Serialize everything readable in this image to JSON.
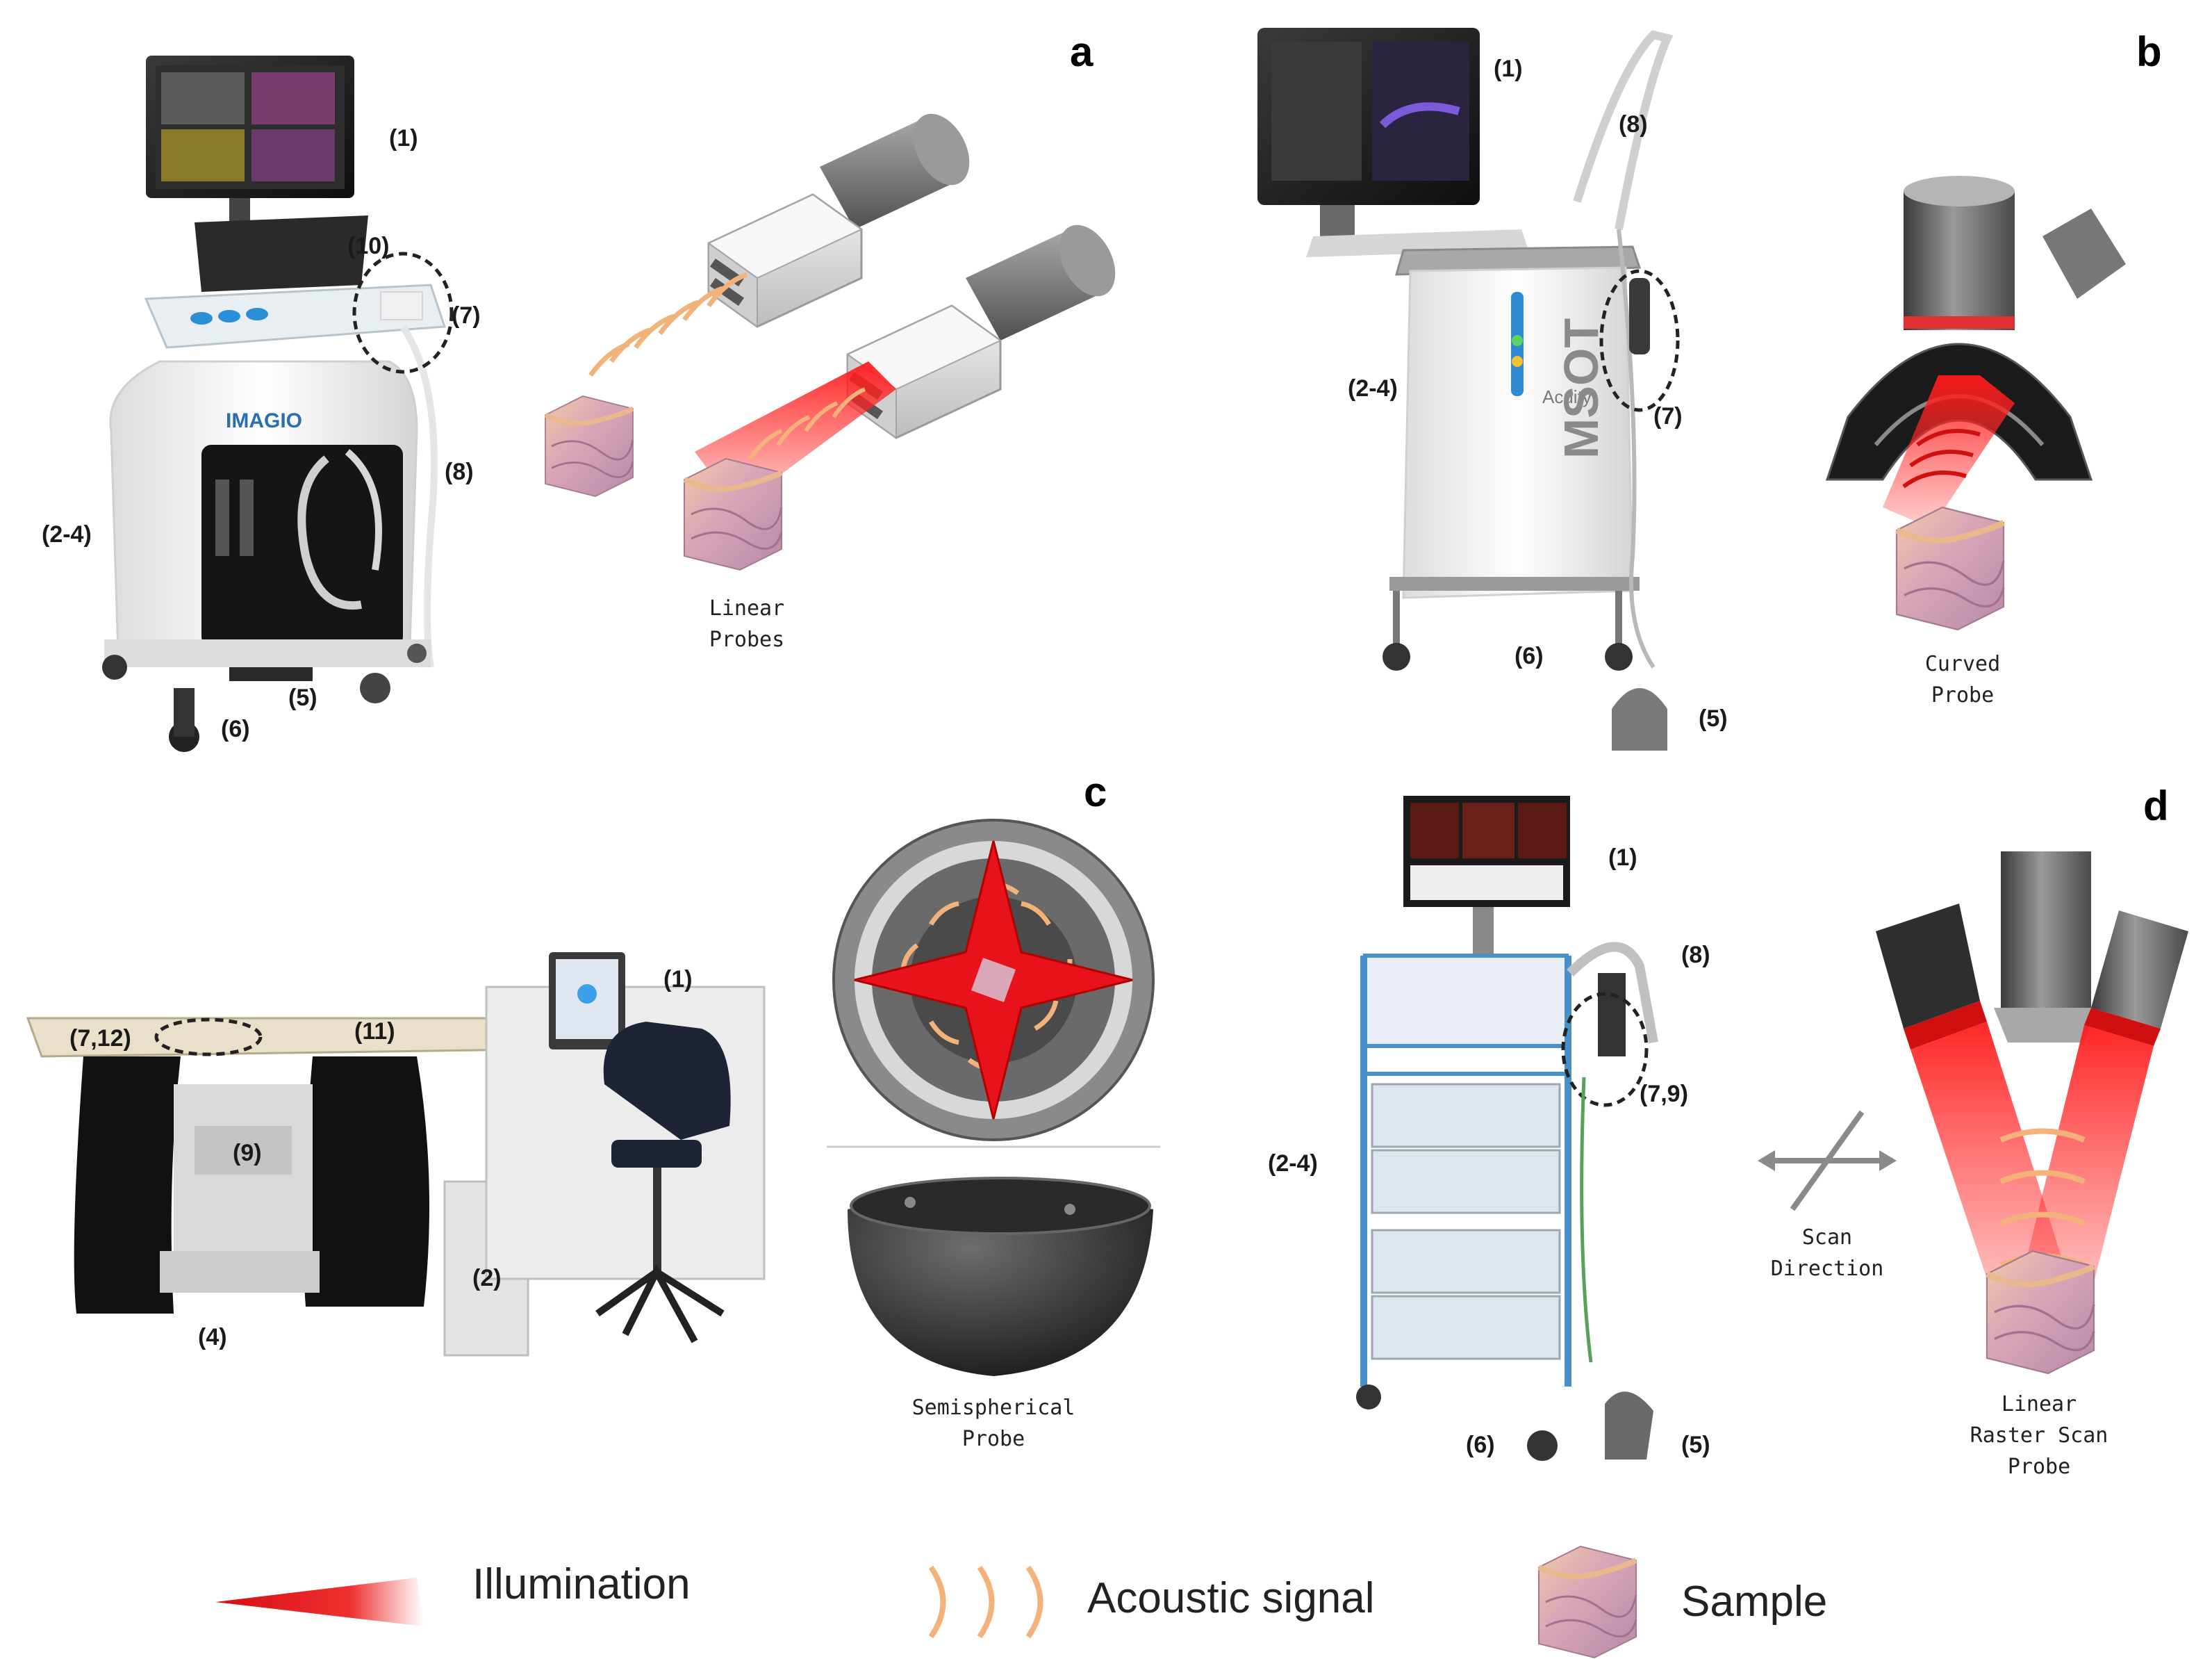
{
  "panels": {
    "a": {
      "letter": "a",
      "labels": [
        "(1)",
        "(10)",
        "(7)",
        "(8)",
        "(2-4)",
        "(5)",
        "(6)"
      ],
      "brand": "IMAGIO",
      "caption": [
        "Linear",
        "Probes"
      ]
    },
    "b": {
      "letter": "b",
      "labels": [
        "(1)",
        "(8)",
        "(2-4)",
        "(7)",
        "(6)",
        "(5)"
      ],
      "brand": "Acuity",
      "brand_side": "MSOT",
      "caption": [
        "Curved",
        "Probe"
      ]
    },
    "c": {
      "letter": "c",
      "labels": [
        "(1)",
        "(7,12)",
        "(11)",
        "(9)",
        "(2)",
        "(4)"
      ],
      "caption": [
        "Semispherical",
        "Probe"
      ]
    },
    "d": {
      "letter": "d",
      "labels": [
        "(1)",
        "(8)",
        "(7,9)",
        "(2-4)",
        "(6)",
        "(5)"
      ],
      "scan": [
        "Scan",
        "Direction"
      ],
      "caption": [
        "Linear",
        "Raster Scan",
        "Probe"
      ]
    }
  },
  "legend": {
    "illumination": "Illumination",
    "acoustic": "Acoustic signal",
    "sample": "Sample"
  },
  "colors": {
    "laser": "#e8121b",
    "acoustic": "#f2b27a",
    "probe_gray": "#8c8c8c",
    "cart_black": "#1b1b1b"
  }
}
